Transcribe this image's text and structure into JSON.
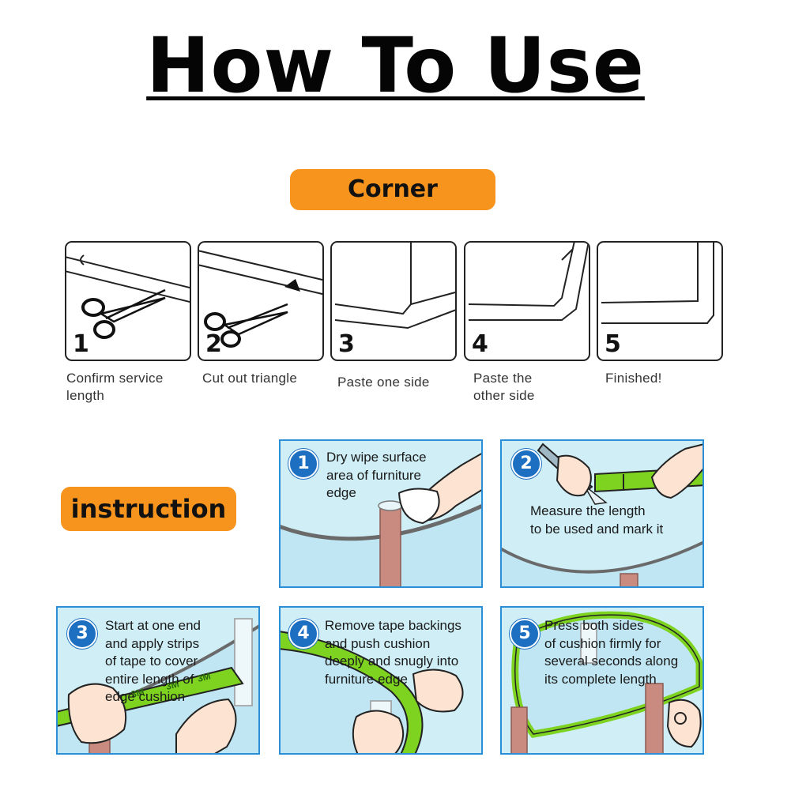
{
  "title": "How To Use",
  "corner_label": "Corner",
  "instruction_label": "instruction",
  "corner_steps": [
    {
      "number": "1",
      "caption": "Confirm service\nlength",
      "icon": "scissors-icon"
    },
    {
      "number": "2",
      "caption": "Cut out triangle",
      "icon": "scissors-icon"
    },
    {
      "number": "3",
      "caption": "Paste one side"
    },
    {
      "number": "4",
      "caption": "Paste the\nother side"
    },
    {
      "number": "5",
      "caption": "Finished!"
    }
  ],
  "instruction_steps": [
    {
      "number": "1",
      "text": "Dry wipe surface\narea of furniture\nedge"
    },
    {
      "number": "2",
      "text": "Measure the length\nto be used and mark it"
    },
    {
      "number": "3",
      "text": "Start at one end\nand apply strips\nof tape to cover\nentire length of\nedge cushion"
    },
    {
      "number": "4",
      "text": "Remove tape backings\nand push cushion\ndeeply and snugly into\nfurniture edge"
    },
    {
      "number": "5",
      "text": "Press both sides\nof cushion firmly for\nseveral seconds along\nits complete length"
    }
  ],
  "tape_print": "3M",
  "colors": {
    "accent_orange": "#f7941d",
    "panel_blue": "#cfeef6",
    "panel_border": "#2a8fd6",
    "badge_blue": "#1d6fc2",
    "cushion_green": "#7ed321"
  }
}
